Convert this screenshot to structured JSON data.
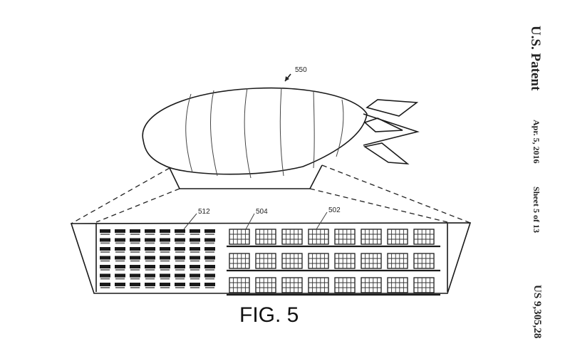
{
  "header": {
    "title": "U.S. Patent",
    "date": "Apr. 5, 2016",
    "sheet": "Sheet 5 of 13",
    "patent_number": "US 9,305,28"
  },
  "figure": {
    "label": "FIG. 5",
    "refs": {
      "airship": "550",
      "storage_area": "512",
      "container": "504",
      "inventory": "502"
    }
  }
}
